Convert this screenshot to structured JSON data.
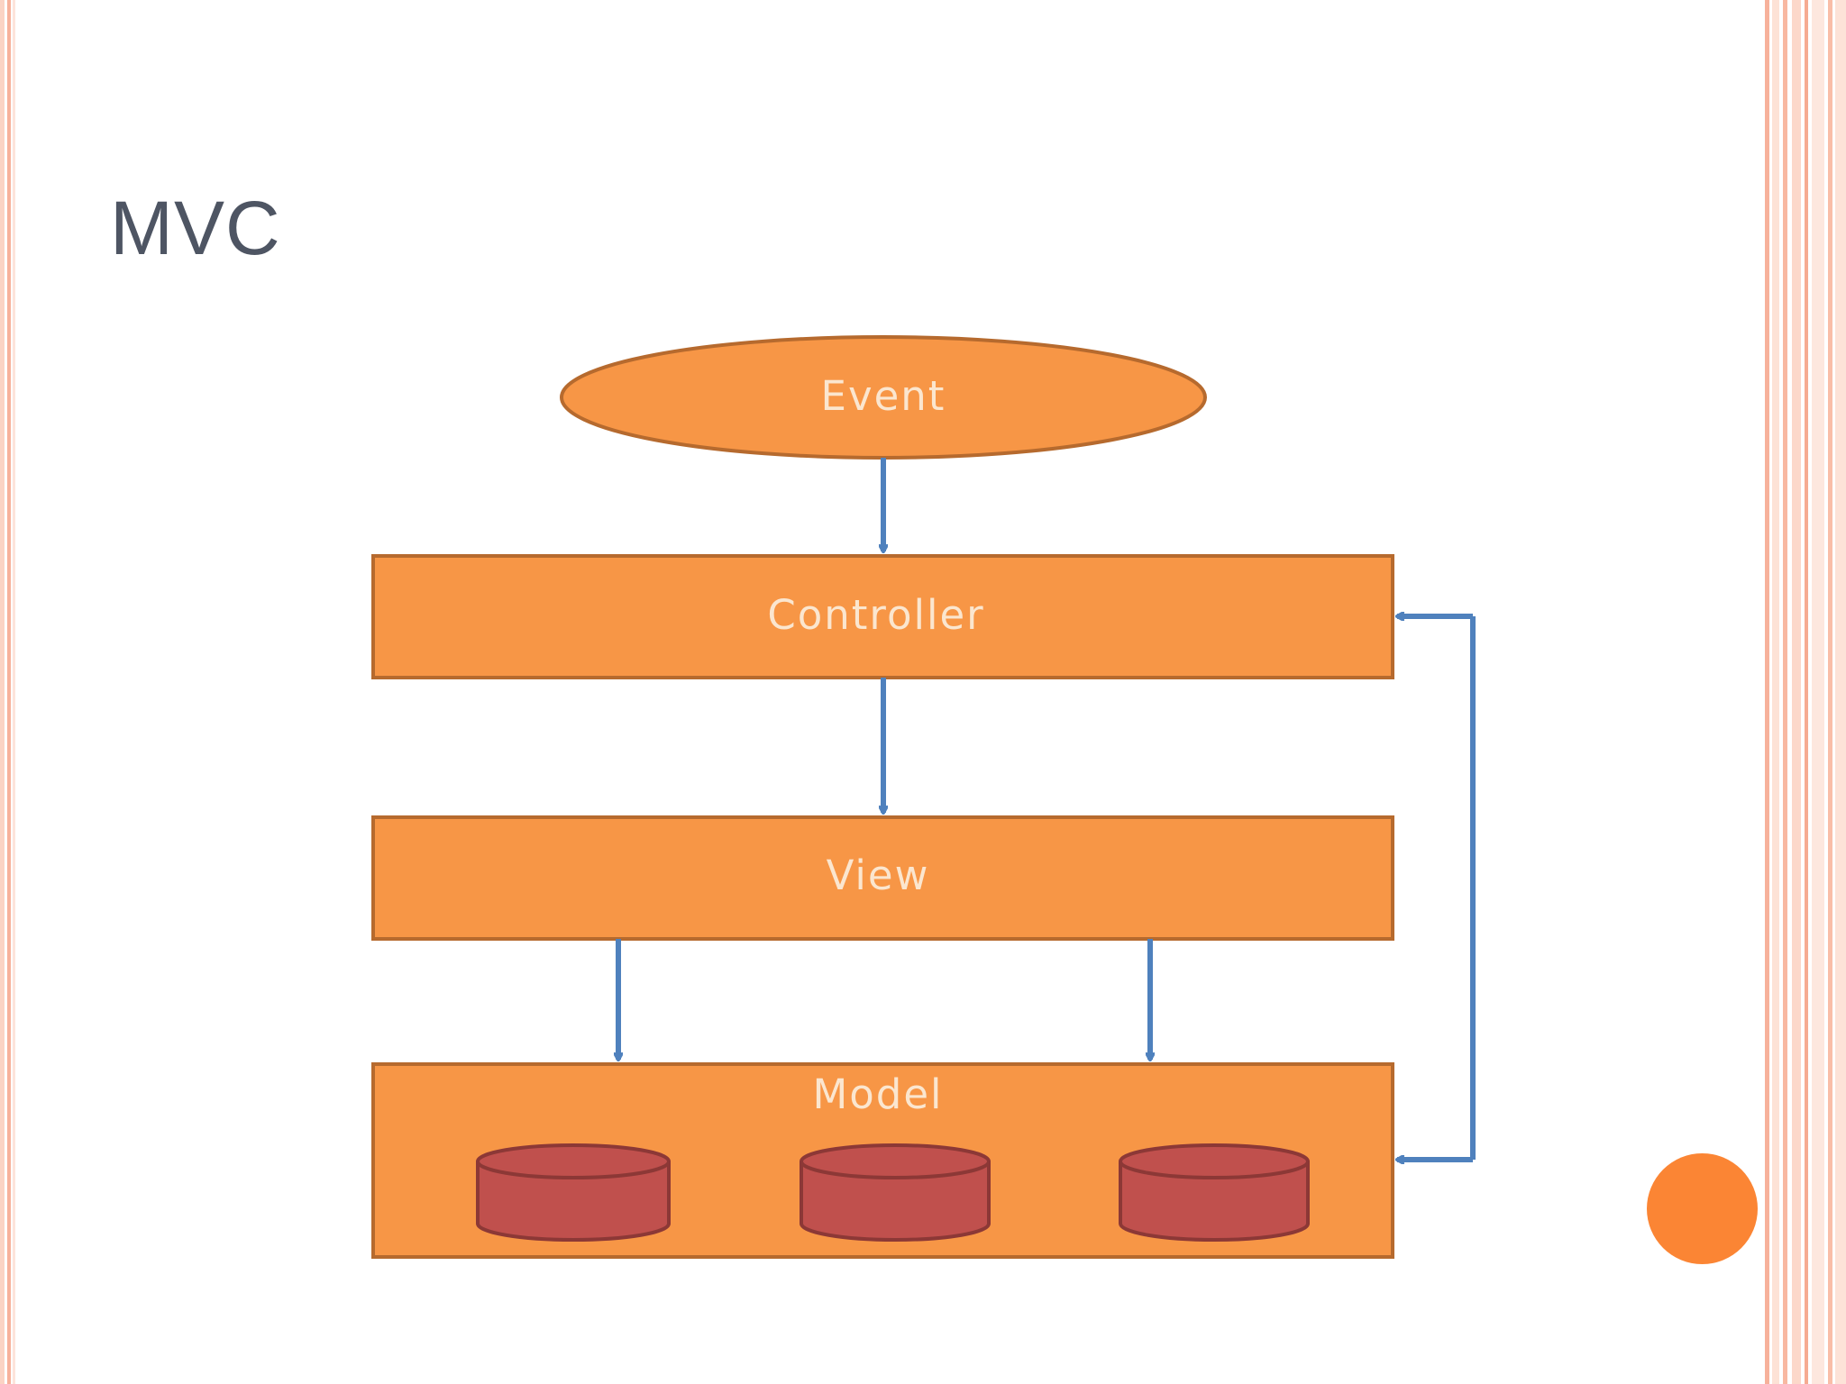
{
  "slide": {
    "title": "MVC"
  },
  "diagram": {
    "nodes": {
      "event": "Event",
      "controller": "Controller",
      "view": "View",
      "model": "Model"
    },
    "edges": [
      {
        "from": "Event",
        "to": "Controller"
      },
      {
        "from": "Controller",
        "to": "View"
      },
      {
        "from": "View",
        "to": "Model"
      },
      {
        "from": "View",
        "to": "Model"
      },
      {
        "from": "Model",
        "to": "Controller"
      },
      {
        "from": "Controller",
        "to": "Model"
      }
    ],
    "database_icons": [
      "database-icon",
      "database-icon",
      "database-icon"
    ]
  },
  "colors": {
    "node_fill": "#f79646",
    "node_border": "#b66a2e",
    "label_text": "#fbe6cf",
    "arrow": "#4f81bd",
    "database_fill": "#c0504d",
    "database_border": "#8c3836",
    "title_text": "#4e5563",
    "frame_accent": "#f6b59e",
    "accent_dot": "#fb8534"
  }
}
